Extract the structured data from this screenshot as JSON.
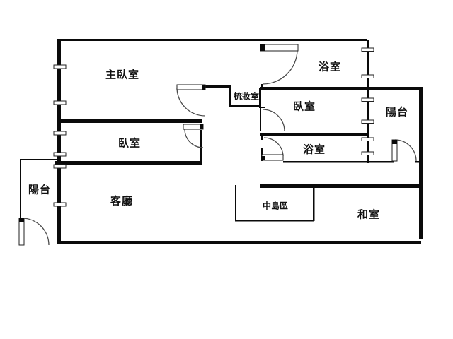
{
  "floorplan": {
    "background_color": "#ffffff",
    "wall_color": "#0a0a0a",
    "door_arc_color": "#4a4a4a",
    "rooms": [
      {
        "id": "master-bedroom",
        "label": "主臥室"
      },
      {
        "id": "bathroom-top",
        "label": "浴室"
      },
      {
        "id": "dressing-room",
        "label": "梳妝室"
      },
      {
        "id": "bedroom-right",
        "label": "臥室"
      },
      {
        "id": "balcony-right",
        "label": "陽台"
      },
      {
        "id": "bedroom-left",
        "label": "臥室"
      },
      {
        "id": "bathroom-lower",
        "label": "浴室"
      },
      {
        "id": "balcony-left",
        "label": "陽台"
      },
      {
        "id": "living-room",
        "label": "客廳"
      },
      {
        "id": "island-area",
        "label": "中島區"
      },
      {
        "id": "japanese-room",
        "label": "和室"
      }
    ]
  }
}
